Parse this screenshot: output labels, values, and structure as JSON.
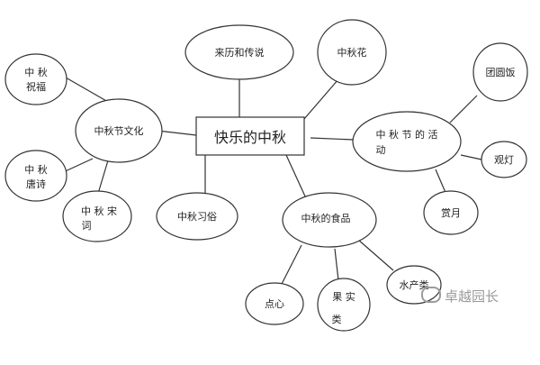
{
  "center": {
    "label": "快乐的中秋"
  },
  "nodes": {
    "origin": "来历和传说",
    "flower": "中秋花",
    "culture": "中秋节文化",
    "blessing": [
      "中 秋",
      "祝福"
    ],
    "poem": [
      "中 秋",
      "唐诗"
    ],
    "song_ci": [
      "中 秋 宋",
      "词"
    ],
    "custom": "中秋习俗",
    "food": "中秋的食品",
    "activity": [
      "中 秋 节 的 活",
      "动"
    ],
    "reunion_meal": "团圆饭",
    "lantern": "观灯",
    "moon_view": "赏月",
    "snack": "点心",
    "fruit": [
      "果 实",
      "类"
    ],
    "seafood": "水产类"
  },
  "watermark": "卓越园长"
}
